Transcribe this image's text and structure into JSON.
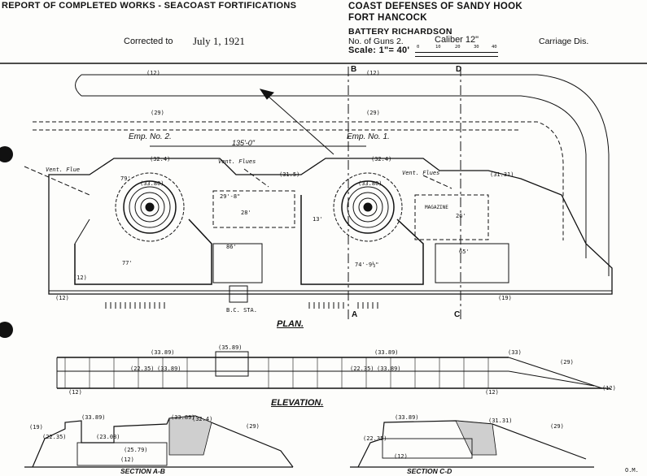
{
  "header": {
    "report_title": "REPORT OF COMPLETED WORKS - SEACOAST FORTIFICATIONS",
    "corrected_label": "Corrected to",
    "corrected_date": "July 1, 1921",
    "defense": "COAST DEFENSES OF SANDY HOOK",
    "fort": "FORT HANCOCK",
    "battery": "BATTERY RICHARDSON",
    "guns": "No. of Guns 2.",
    "caliber": "Caliber 12\"",
    "carriage": "Carriage Dis.",
    "scale": "Scale: 1\"= 40'",
    "scale_ticks": [
      "0",
      "10",
      "20",
      "30",
      "40"
    ]
  },
  "plan": {
    "title": "PLAN.",
    "emp2": "Emp. No. 2.",
    "emp1": "Emp. No. 1.",
    "spacing": "135'-0\"",
    "vent_flue_left": "Vent. Flue",
    "vent_flues_mid": "Vent. Flues",
    "vent_flues_right": "Vent. Flues",
    "bc_sta": "B.C. STA.",
    "magazine": "MAGAZINE",
    "section_a": "A",
    "section_b": "B",
    "section_c": "C",
    "section_d": "D",
    "elev_labels": [
      "(12)",
      "(12)",
      "(29)",
      "(29)",
      "(32.4)",
      "(32.4)",
      "(31.31)",
      "(31.5)",
      "(12)",
      "(12)",
      "(19)",
      "(33.80)",
      "(33.80)"
    ],
    "dims": [
      "79'",
      "29'-8\"",
      "77'",
      "74'-9½\"",
      "86'",
      "65'",
      "28'",
      "26'",
      "13'"
    ]
  },
  "elevation": {
    "title": "ELEVATION.",
    "labels": [
      "(33.89)",
      "(33.89)",
      "(35.89)",
      "(33)",
      "(29)",
      "(12)",
      "(12)",
      "(12)",
      "(22.35)",
      "(33.89)",
      "(22.35)",
      "(33.89)"
    ]
  },
  "section_ab": {
    "title": "SECTION A-B",
    "labels": [
      "(33.89)",
      "(23.08)",
      "(32.4)",
      "(29)",
      "(33.89)",
      "(25.79)",
      "(12)",
      "(22.35)",
      "(19)"
    ]
  },
  "section_cd": {
    "title": "SECTION C-D",
    "labels": [
      "(33.89)",
      "(31.31)",
      "(29)",
      "(22.35)",
      "(12)"
    ]
  },
  "signature": "O.M."
}
